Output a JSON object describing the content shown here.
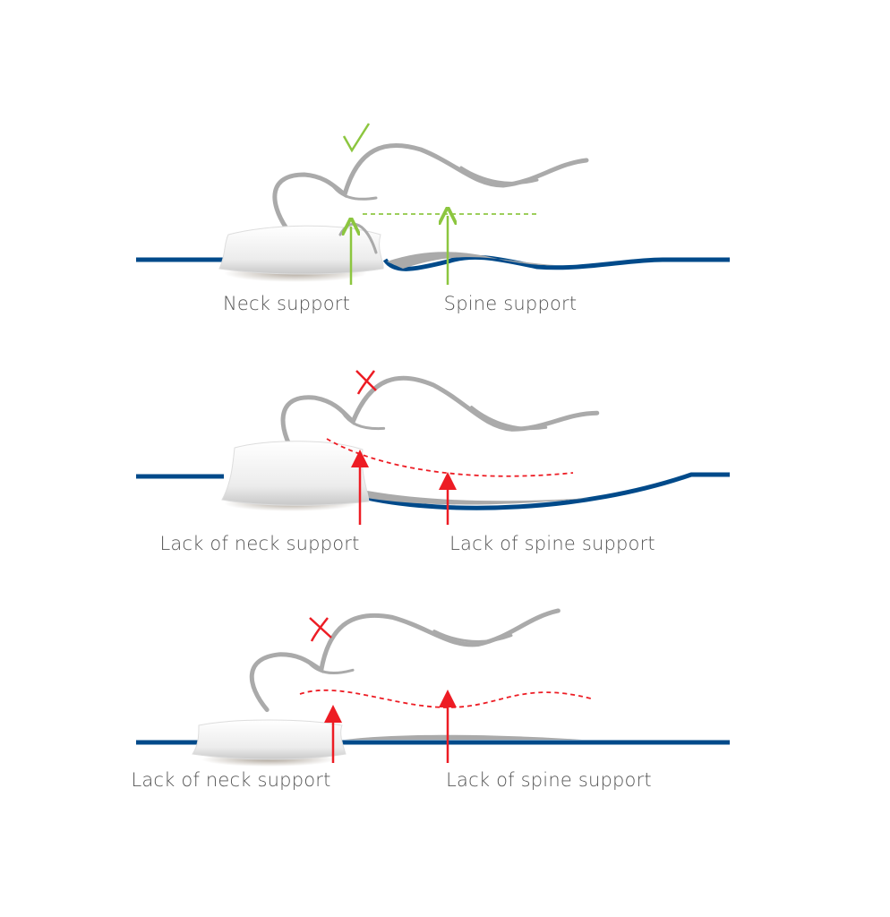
{
  "colors": {
    "mattress": "#004a8a",
    "good": "#8cc63f",
    "bad": "#ed1c24",
    "body": "#aaaaaa"
  },
  "panels": [
    {
      "status": "correct",
      "status_icon": "checkmark-icon",
      "labels": {
        "neck": "Neck support",
        "spine": "Spine support"
      }
    },
    {
      "status": "incorrect",
      "status_icon": "cross-icon",
      "labels": {
        "neck": "Lack of neck support",
        "spine": "Lack of spine support"
      }
    },
    {
      "status": "incorrect",
      "status_icon": "cross-icon",
      "labels": {
        "neck": "Lack of neck support",
        "spine": "Lack of spine support"
      }
    }
  ]
}
